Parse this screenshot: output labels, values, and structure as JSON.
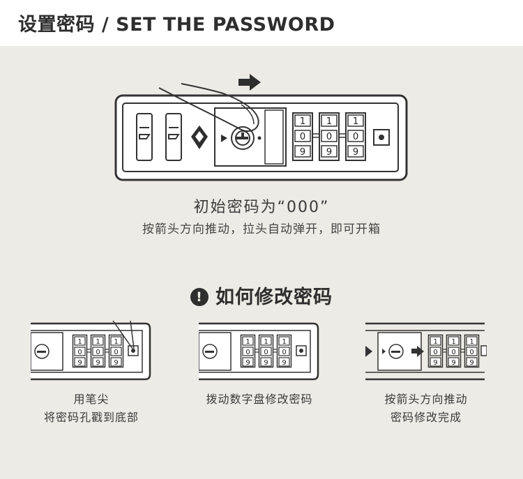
{
  "header": {
    "title": "设置密码 / SET THE PASSWORD"
  },
  "main_lock": {
    "dial_digits": [
      [
        "1",
        "0",
        "9"
      ],
      [
        "1",
        "0",
        "9"
      ],
      [
        "1",
        "0",
        "9"
      ]
    ],
    "caption": "初始密码为“000”",
    "instruction": "按箭头方向推动，拉头自动弹开，即可开箱"
  },
  "section": {
    "title": "如何修改密码",
    "icon": "exclamation-circle-icon"
  },
  "steps": [
    {
      "line1": "用笔尖",
      "line2": "将密码孔戳到底部",
      "digits": [
        "1",
        "0",
        "9"
      ]
    },
    {
      "line1": "拨动数字盘修改密码",
      "line2": "",
      "digits": [
        "1",
        "0",
        "9"
      ]
    },
    {
      "line1": "按箭头方向推动",
      "line2": "密码修改完成",
      "digits": [
        "1",
        "0",
        "9"
      ]
    }
  ],
  "colors": {
    "background": "#ecebe5",
    "header_bg": "#ffffff",
    "ink": "#2e2e2e",
    "lock_fill": "#ffffff"
  }
}
